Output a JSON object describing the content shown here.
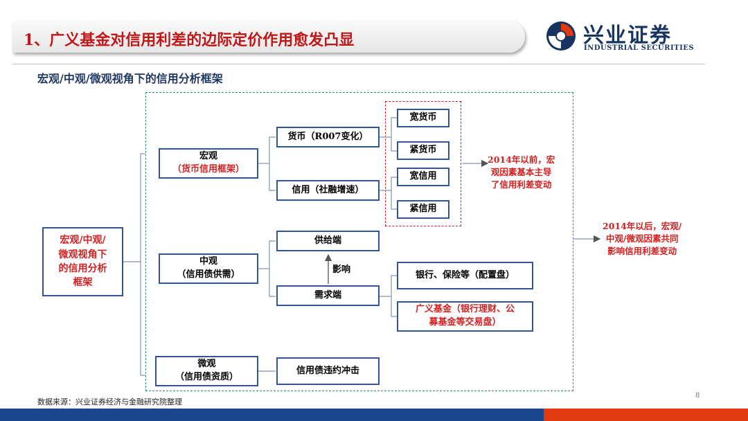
{
  "header": {
    "title": "1、广义基金对信用利差的边际定价作用愈发凸显",
    "logo_cn": "兴业证券",
    "logo_en": "INDUSTRIAL SECURITIES"
  },
  "subtitle": "宏观/中观/微观视角下的信用分析框架",
  "diagram": {
    "root": [
      "宏观/中观/",
      "微观视角下",
      "的信用分析",
      "框架"
    ],
    "macro": [
      "宏观",
      "（货币信用框架）"
    ],
    "meso": [
      "中观",
      "（信用债供需）"
    ],
    "micro": [
      "微观",
      "（信用债资质）"
    ],
    "money": "货币（R007变化）",
    "credit": "信用（社融增速）",
    "loose_money": "宽货币",
    "tight_money": "紧货币",
    "loose_credit": "宽信用",
    "tight_credit": "紧信用",
    "supply": "供给端",
    "influence": "影响",
    "demand": "需求端",
    "banks": "银行、保险等（配置盘）",
    "funds": [
      "广义基金（银行理财、公",
      "募基金等交易盘）"
    ],
    "default_impact": "信用债违约冲击",
    "note_before": [
      "2014年以前，宏",
      "观因素基本主导",
      "了信用利差变动"
    ],
    "note_after": [
      "2014年以后，宏观/",
      "中观/微观因素共同",
      "影响信用利差变动"
    ]
  },
  "footer": {
    "source": "数据来源：兴业证券经济与金融研究院整理",
    "page": "8"
  },
  "colors": {
    "title_red": "#c01818",
    "box_border": "#2f5596",
    "frame_teal": "#2e8b7a",
    "accent_red": "#d42020",
    "navy": "#17335f"
  }
}
